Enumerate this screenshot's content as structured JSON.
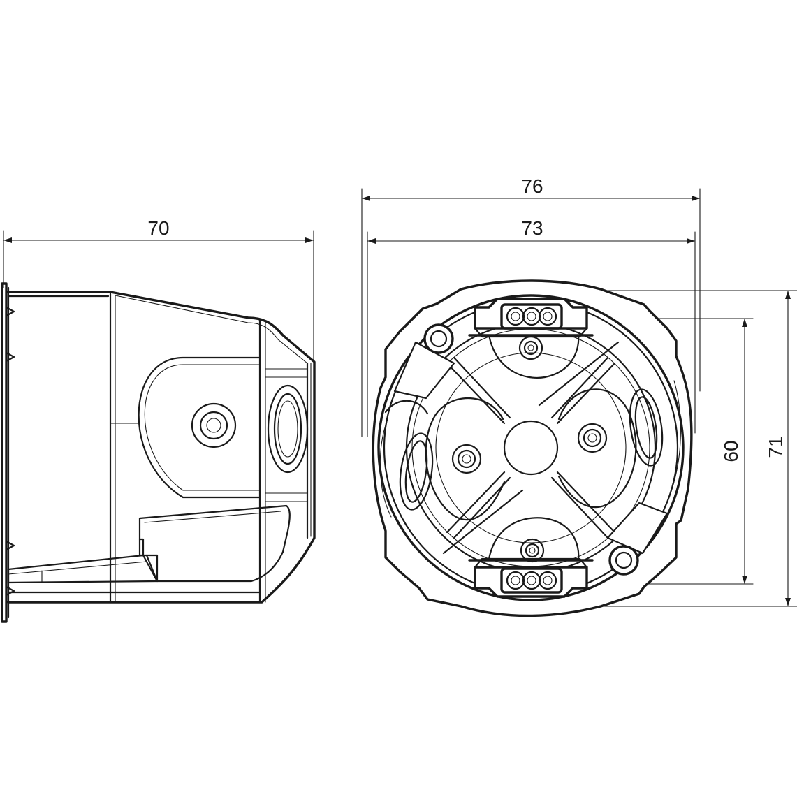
{
  "dimensions": {
    "side_width": "70",
    "outer_diameter": "76",
    "inner_diameter": "73",
    "inner_height": "60",
    "outer_height": "71"
  },
  "colors": {
    "line": "#1a1a1a",
    "background": "#ffffff"
  }
}
